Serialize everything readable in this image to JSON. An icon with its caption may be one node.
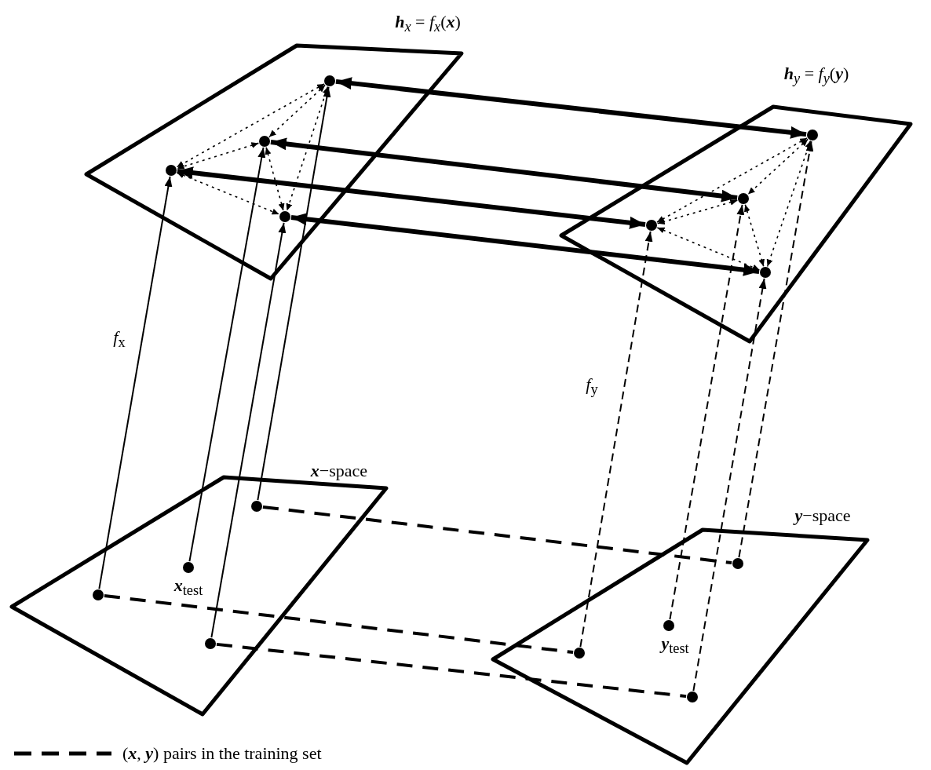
{
  "diagram": {
    "nodes": [
      {
        "text": [
          "**h**$_{x}$ = *f*$_{x}$(**x**)"
        ]
      },
      {
        "text": [
          "**h**$_{y}$ = *f*$_{y}$(**y**)"
        ]
      },
      {
        "text": [
          "**x**−space"
        ]
      },
      {
        "text": [
          "**y**−space"
        ]
      },
      {
        "text": [],
        "shape": "circle",
        "in": 0
      },
      {
        "text": [],
        "shape": "circle",
        "in": 0
      },
      {
        "text": [],
        "shape": "circle",
        "in": 0
      },
      {
        "text": [],
        "shape": "circle",
        "in": 0
      },
      {
        "text": [],
        "shape": "circle",
        "in": 1
      },
      {
        "text": [],
        "shape": "circle",
        "in": 1
      },
      {
        "text": [],
        "shape": "circle",
        "in": 1
      },
      {
        "text": [],
        "shape": "circle",
        "in": 1
      },
      {
        "text": [],
        "shape": "circle",
        "in": 2
      },
      {
        "text": [],
        "shape": "circle",
        "in": 2,
        "beside": [
          "**x**$_{test}$"
        ]
      },
      {
        "text": [],
        "shape": "circle",
        "in": 2
      },
      {
        "text": [],
        "shape": "circle",
        "in": 2
      },
      {
        "text": [],
        "shape": "circle",
        "in": 3
      },
      {
        "text": [],
        "shape": "circle",
        "in": 3,
        "beside": [
          "**y**$_{test}$"
        ]
      },
      {
        "text": [],
        "shape": "circle",
        "in": 3
      },
      {
        "text": [],
        "shape": "circle",
        "in": 3
      }
    ],
    "edges": [
      {
        "from": 14,
        "to": 6,
        "arrow": "to",
        "label": "*f*$_{x}$"
      },
      {
        "from": 13,
        "to": 5,
        "arrow": "to"
      },
      {
        "from": 15,
        "to": 7,
        "arrow": "to"
      },
      {
        "from": 12,
        "to": 4,
        "arrow": "to"
      },
      {
        "from": 18,
        "to": 10,
        "arrow": "to",
        "style": "dashed",
        "label": "*f*$_{y}$"
      },
      {
        "from": 17,
        "to": 9,
        "arrow": "to",
        "style": "dashed"
      },
      {
        "from": 19,
        "to": 11,
        "arrow": "to",
        "style": "dashed"
      },
      {
        "from": 16,
        "to": 8,
        "arrow": "to",
        "style": "dashed"
      },
      {
        "from": 4,
        "to": 8,
        "arrow": "both",
        "style": "thick"
      },
      {
        "from": 5,
        "to": 9,
        "arrow": "both",
        "style": "thick"
      },
      {
        "from": 6,
        "to": 10,
        "arrow": "both",
        "style": "thick"
      },
      {
        "from": 7,
        "to": 11,
        "arrow": "both",
        "style": "thick"
      },
      {
        "from": 4,
        "to": 5,
        "arrow": "both",
        "style": "dashed"
      },
      {
        "from": 4,
        "to": 6,
        "arrow": "both",
        "style": "dashed"
      },
      {
        "from": 4,
        "to": 7,
        "arrow": "both",
        "style": "dashed"
      },
      {
        "from": 5,
        "to": 6,
        "arrow": "both",
        "style": "dashed"
      },
      {
        "from": 5,
        "to": 7,
        "arrow": "both",
        "style": "dashed"
      },
      {
        "from": 6,
        "to": 7,
        "arrow": "both",
        "style": "dashed"
      },
      {
        "from": 8,
        "to": 9,
        "arrow": "both",
        "style": "dashed"
      },
      {
        "from": 8,
        "to": 10,
        "arrow": "both",
        "style": "dashed"
      },
      {
        "from": 8,
        "to": 11,
        "arrow": "both",
        "style": "dashed"
      },
      {
        "from": 9,
        "to": 10,
        "arrow": "both",
        "style": "dashed"
      },
      {
        "from": 9,
        "to": 11,
        "arrow": "both",
        "style": "dashed"
      },
      {
        "from": 10,
        "to": 11,
        "arrow": "both",
        "style": "dashed"
      },
      {
        "from": 12,
        "to": 16,
        "arrow": "none",
        "style": "dashed"
      },
      {
        "from": 14,
        "to": 18,
        "arrow": "none",
        "style": "dashed"
      },
      {
        "from": 15,
        "to": 19,
        "arrow": "none",
        "style": "dashed"
      }
    ],
    "legend": [
      {
        "text": "(**x**, **y**) pairs in the training set"
      }
    ]
  }
}
